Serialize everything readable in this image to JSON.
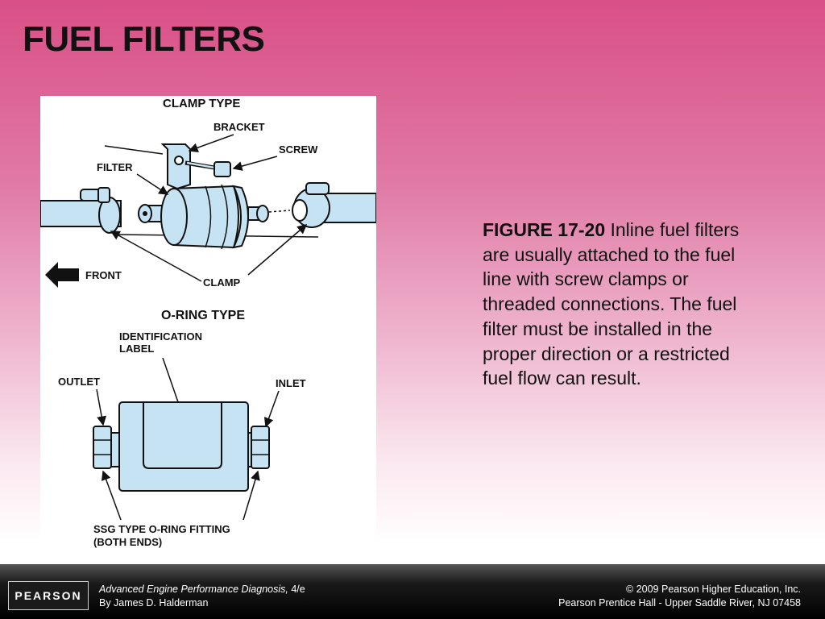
{
  "slide": {
    "title": "FUEL FILTERS"
  },
  "figure": {
    "clamp_heading": "CLAMP TYPE",
    "labels": {
      "bracket": "BRACKET",
      "screw": "SCREW",
      "filter": "FILTER",
      "front": "FRONT",
      "clamp": "CLAMP"
    },
    "oring_heading": "O-RING TYPE",
    "labels2": {
      "identification_1": "IDENTIFICATION",
      "identification_2": "LABEL",
      "outlet": "OUTLET",
      "inlet": "INLET",
      "ssg_1": "SSG TYPE O-RING FITTING",
      "ssg_2": "(BOTH ENDS)"
    },
    "colors": {
      "part_fill": "#c6e3f3",
      "stroke": "#111111"
    }
  },
  "caption": {
    "figure_number": "FIGURE 17-20",
    "text": " Inline fuel filters are usually attached to the fuel line with screw clamps or threaded connections. The fuel filter must be installed in the proper direction or a restricted fuel flow can result."
  },
  "footer": {
    "logo": "PEARSON",
    "book_title": "Advanced Engine Performance Diagnosis,",
    "edition": " 4/e",
    "author": "By James D. Halderman",
    "copyright": "© 2009 Pearson Higher Education, Inc.",
    "publisher": "Pearson Prentice Hall - Upper Saddle River, NJ 07458"
  }
}
